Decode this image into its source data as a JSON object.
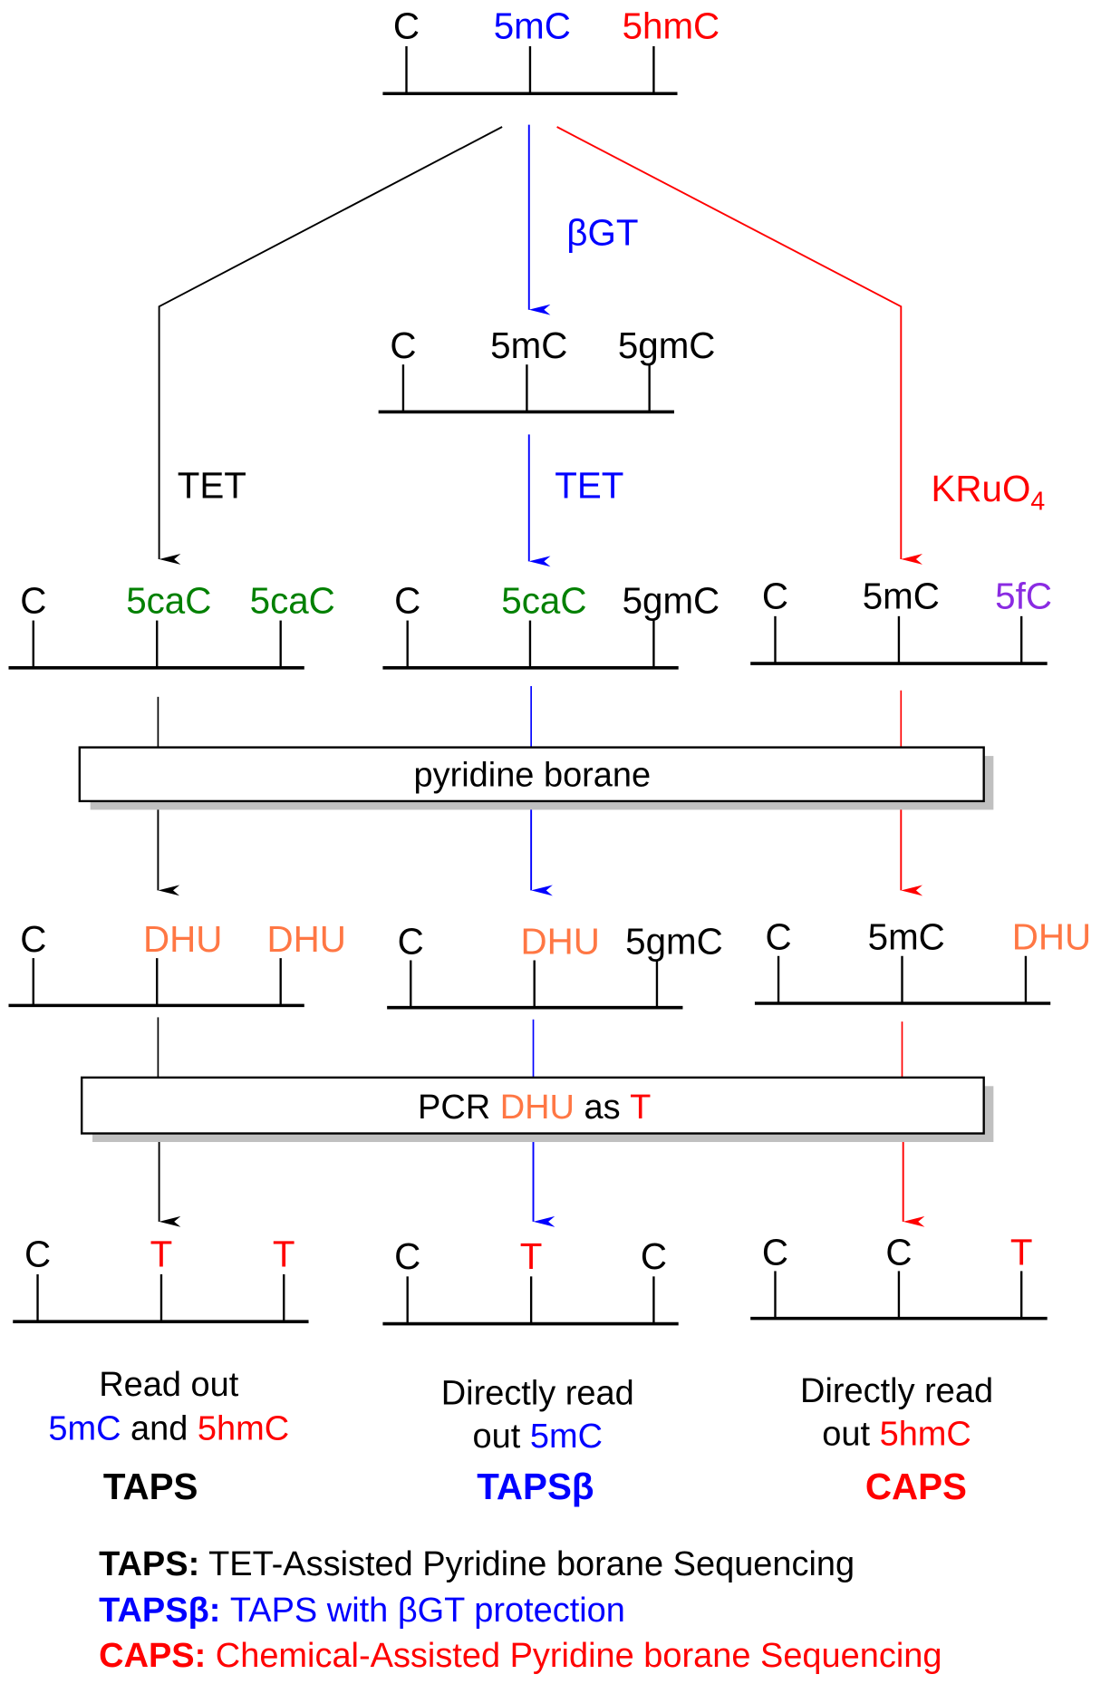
{
  "colors": {
    "black": "#000000",
    "blue": "#0000ff",
    "red": "#ff0000",
    "green": "#008000",
    "orange": "#ff7744",
    "purple": "#8a2be2",
    "box_shadow": "#c0c0c0"
  },
  "top_strand": {
    "labels": [
      {
        "text": "C",
        "color": "black"
      },
      {
        "text": "5mC",
        "color": "blue"
      },
      {
        "text": "5hmC",
        "color": "red"
      }
    ]
  },
  "reagents": {
    "left_tet": "TET",
    "mid_bgt": "βGT",
    "mid_tet": "TET",
    "right_kruo4_main": "KRuO",
    "right_kruo4_sub": "4"
  },
  "beta_gt_strand": {
    "labels": [
      {
        "text": "C",
        "color": "black"
      },
      {
        "text": "5mC",
        "color": "black"
      },
      {
        "text": "5gmC",
        "color": "black"
      }
    ]
  },
  "oxidized_strands": [
    {
      "labels": [
        {
          "text": "C",
          "color": "black"
        },
        {
          "text": "5caC",
          "color": "green"
        },
        {
          "text": "5caC",
          "color": "green"
        }
      ]
    },
    {
      "labels": [
        {
          "text": "C",
          "color": "black"
        },
        {
          "text": "5caC",
          "color": "green"
        },
        {
          "text": "5gmC",
          "color": "black"
        }
      ]
    },
    {
      "labels": [
        {
          "text": "C",
          "color": "black"
        },
        {
          "text": "5mC",
          "color": "black"
        },
        {
          "text": "5fC",
          "color": "purple"
        }
      ]
    }
  ],
  "box1": {
    "text": "pyridine borane"
  },
  "reduced_strands": [
    {
      "labels": [
        {
          "text": "C",
          "color": "black"
        },
        {
          "text": "DHU",
          "color": "orange"
        },
        {
          "text": "DHU",
          "color": "orange"
        }
      ]
    },
    {
      "labels": [
        {
          "text": "C",
          "color": "black"
        },
        {
          "text": "DHU",
          "color": "orange"
        },
        {
          "text": "5gmC",
          "color": "black"
        }
      ]
    },
    {
      "labels": [
        {
          "text": "C",
          "color": "black"
        },
        {
          "text": "5mC",
          "color": "black"
        },
        {
          "text": "DHU",
          "color": "orange"
        }
      ]
    }
  ],
  "box2": {
    "part1": "PCR ",
    "part2": "DHU",
    "part3": " as ",
    "part4": "T"
  },
  "final_strands": [
    {
      "labels": [
        {
          "text": "C",
          "color": "black"
        },
        {
          "text": "T",
          "color": "red"
        },
        {
          "text": "T",
          "color": "red"
        }
      ]
    },
    {
      "labels": [
        {
          "text": "C",
          "color": "black"
        },
        {
          "text": "T",
          "color": "red"
        },
        {
          "text": "C",
          "color": "black"
        }
      ]
    },
    {
      "labels": [
        {
          "text": "C",
          "color": "black"
        },
        {
          "text": "C",
          "color": "black"
        },
        {
          "text": "T",
          "color": "red"
        }
      ]
    }
  ],
  "readouts": [
    {
      "line1": "Read out",
      "line2a": "5mC",
      "line2b": " and ",
      "line2c": "5hmC",
      "method": "TAPS"
    },
    {
      "line1": "Directly read",
      "line2a": "out ",
      "line2b": "5mC",
      "method": "TAPSβ"
    },
    {
      "line1": "Directly read",
      "line2a": "out ",
      "line2b": "5hmC",
      "method": "CAPS"
    }
  ],
  "legend": [
    {
      "abbr": "TAPS:",
      "full": " TET-Assisted Pyridine borane Sequencing",
      "color": "black"
    },
    {
      "abbr": "TAPSβ:",
      "full": " TAPS with βGT protection",
      "color": "blue"
    },
    {
      "abbr": "CAPS:",
      "full": " Chemical-Assisted Pyridine borane Sequencing",
      "color": "red"
    }
  ]
}
